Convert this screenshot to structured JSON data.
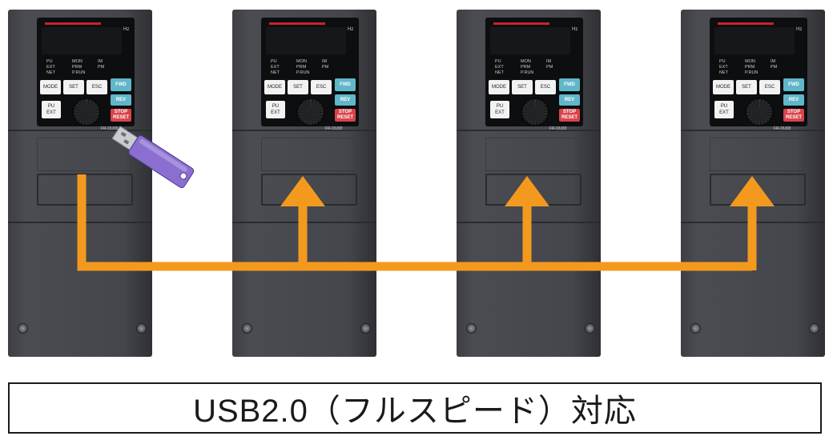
{
  "diagram": {
    "caption": "USB2.0（フルスピード）対応",
    "arrow_color": "#f39a1e",
    "usb_color": "#8a6fd0"
  },
  "inverter": {
    "panel_unit": "Hz",
    "indicator_labels": [
      "PU",
      "MON",
      "IM",
      "EXT",
      "PRM",
      "PM",
      "NET",
      "P.RUN"
    ],
    "buttons": {
      "mode": "MODE",
      "set": "SET",
      "esc": "ESC",
      "fwd": "FWD",
      "rev": "REV",
      "stop_top": "STOP",
      "stop_bottom": "RESET",
      "pu_top": "PU",
      "pu_bottom": "EXT"
    },
    "model": "FR-DU08"
  }
}
